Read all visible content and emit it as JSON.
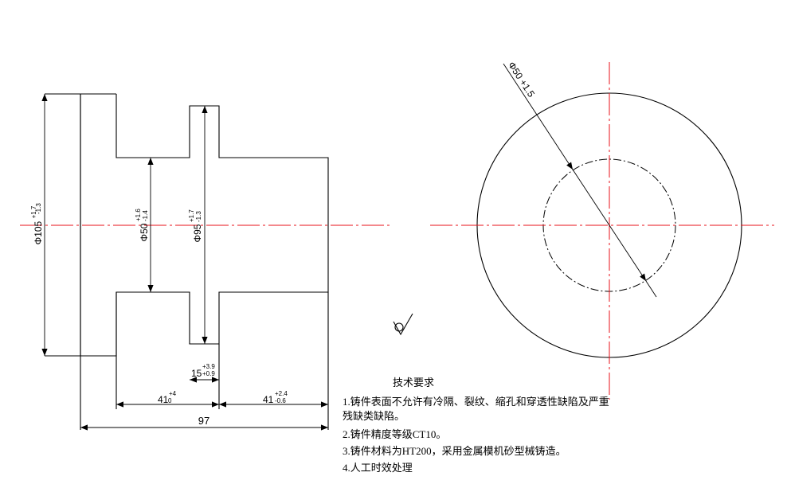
{
  "drawing": {
    "dims": {
      "outer_diameter": {
        "main": "Φ105",
        "upper": "+1.7",
        "lower": "-1.3"
      },
      "inner_diameter": {
        "main": "Φ50",
        "upper": "+1.6",
        "lower": "-1.4"
      },
      "flange_diameter": {
        "main": "Φ95",
        "upper": "+1.7",
        "lower": "-1.3"
      },
      "flange_width": {
        "main": "15",
        "upper": "+3.9",
        "lower": "+0.9"
      },
      "left_length": {
        "main": "41",
        "upper": "+4",
        "lower": "0"
      },
      "right_length": {
        "main": "41",
        "upper": "+2.4",
        "lower": "-0.6"
      },
      "total_length": {
        "main": "97"
      },
      "hole_diameter": {
        "main": "Φ50",
        "tol": "+1.5"
      }
    },
    "tech_req": {
      "title": "技术要求",
      "line1a": "1.铸件表面不允许有冷隔、裂纹、缩孔和穿透性缺陷及严重",
      "line1b": "残缺类缺陷。",
      "line2": "2.铸件精度等级CT10。",
      "line3": "3.铸件材料为HT200，采用金属模机砂型械铸造。",
      "line4": "4.人工时效处理"
    }
  }
}
